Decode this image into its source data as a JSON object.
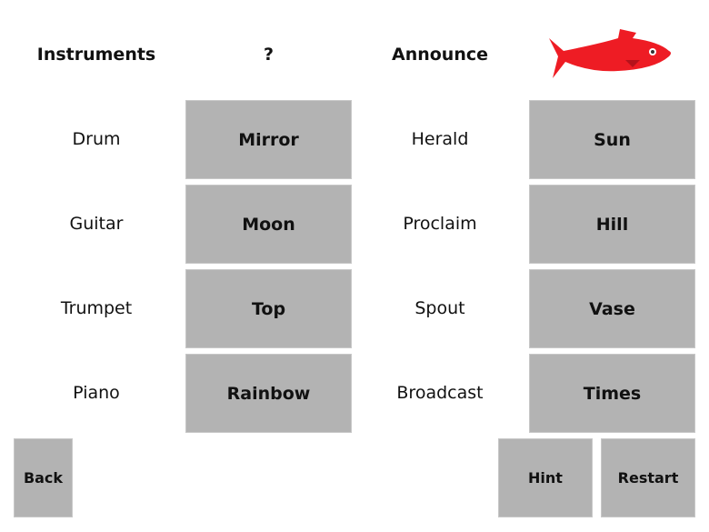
{
  "headers": {
    "col1": "Instruments",
    "col2": "?",
    "col3": "Announce"
  },
  "fish_icon": {
    "body_color": "#ee1c24",
    "fin_color": "#b5121b"
  },
  "left_labels": [
    "Drum",
    "Guitar",
    "Trumpet",
    "Piano"
  ],
  "left_buttons": [
    "Mirror",
    "Moon",
    "Top",
    "Rainbow"
  ],
  "right_labels": [
    "Herald",
    "Proclaim",
    "Spout",
    "Broadcast"
  ],
  "right_buttons": [
    "Sun",
    "Hill",
    "Vase",
    "Times"
  ],
  "controls": {
    "back": "Back",
    "hint": "Hint",
    "restart": "Restart"
  }
}
